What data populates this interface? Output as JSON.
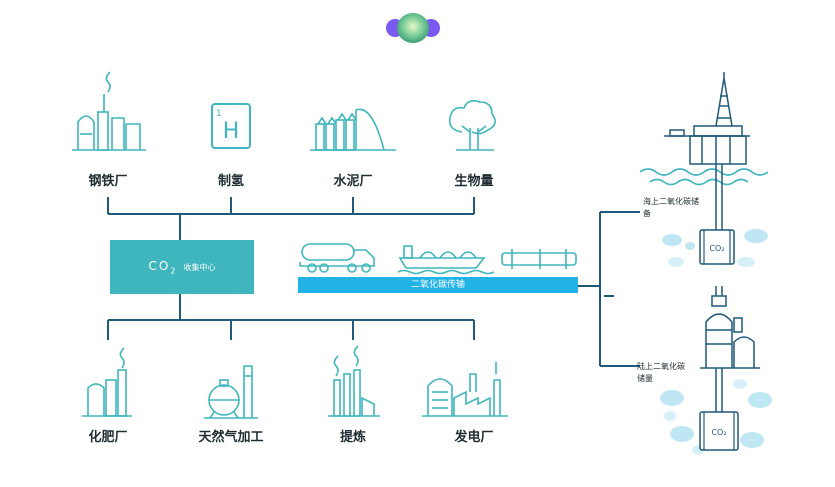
{
  "top_sources": [
    {
      "label": "钢铁厂",
      "icon": "steel-plant-icon"
    },
    {
      "label": "制氢",
      "icon": "hydrogen-icon"
    },
    {
      "label": "水泥厂",
      "icon": "cement-plant-icon"
    },
    {
      "label": "生物量",
      "icon": "biomass-tree-icon"
    }
  ],
  "hydrogen_symbol": "H",
  "hydrogen_number": "1",
  "hub": {
    "co2": "CO",
    "sub": "2",
    "text": "收集中心"
  },
  "transport": {
    "label": "二氧化碳传输"
  },
  "storage": {
    "offshore_label_1": "海上二氧化碳储",
    "offshore_label_2": "备",
    "onshore_label_1": "陆上二氧化碳",
    "onshore_label_2": "储量",
    "reservoir_tag": "CO₂"
  },
  "bottom_uses": [
    {
      "label": "化肥厂",
      "icon": "fertilizer-plant-icon"
    },
    {
      "label": "天然气加工",
      "icon": "gas-processing-icon"
    },
    {
      "label": "提炼",
      "icon": "refinery-icon"
    },
    {
      "label": "发电厂",
      "icon": "power-plant-icon"
    }
  ],
  "colors": {
    "line": "#1f5a7a",
    "icon": "#3fb6bd",
    "hub": "#3fb6bd",
    "bar": "#21b2e6",
    "water": "#bfe6f3"
  }
}
